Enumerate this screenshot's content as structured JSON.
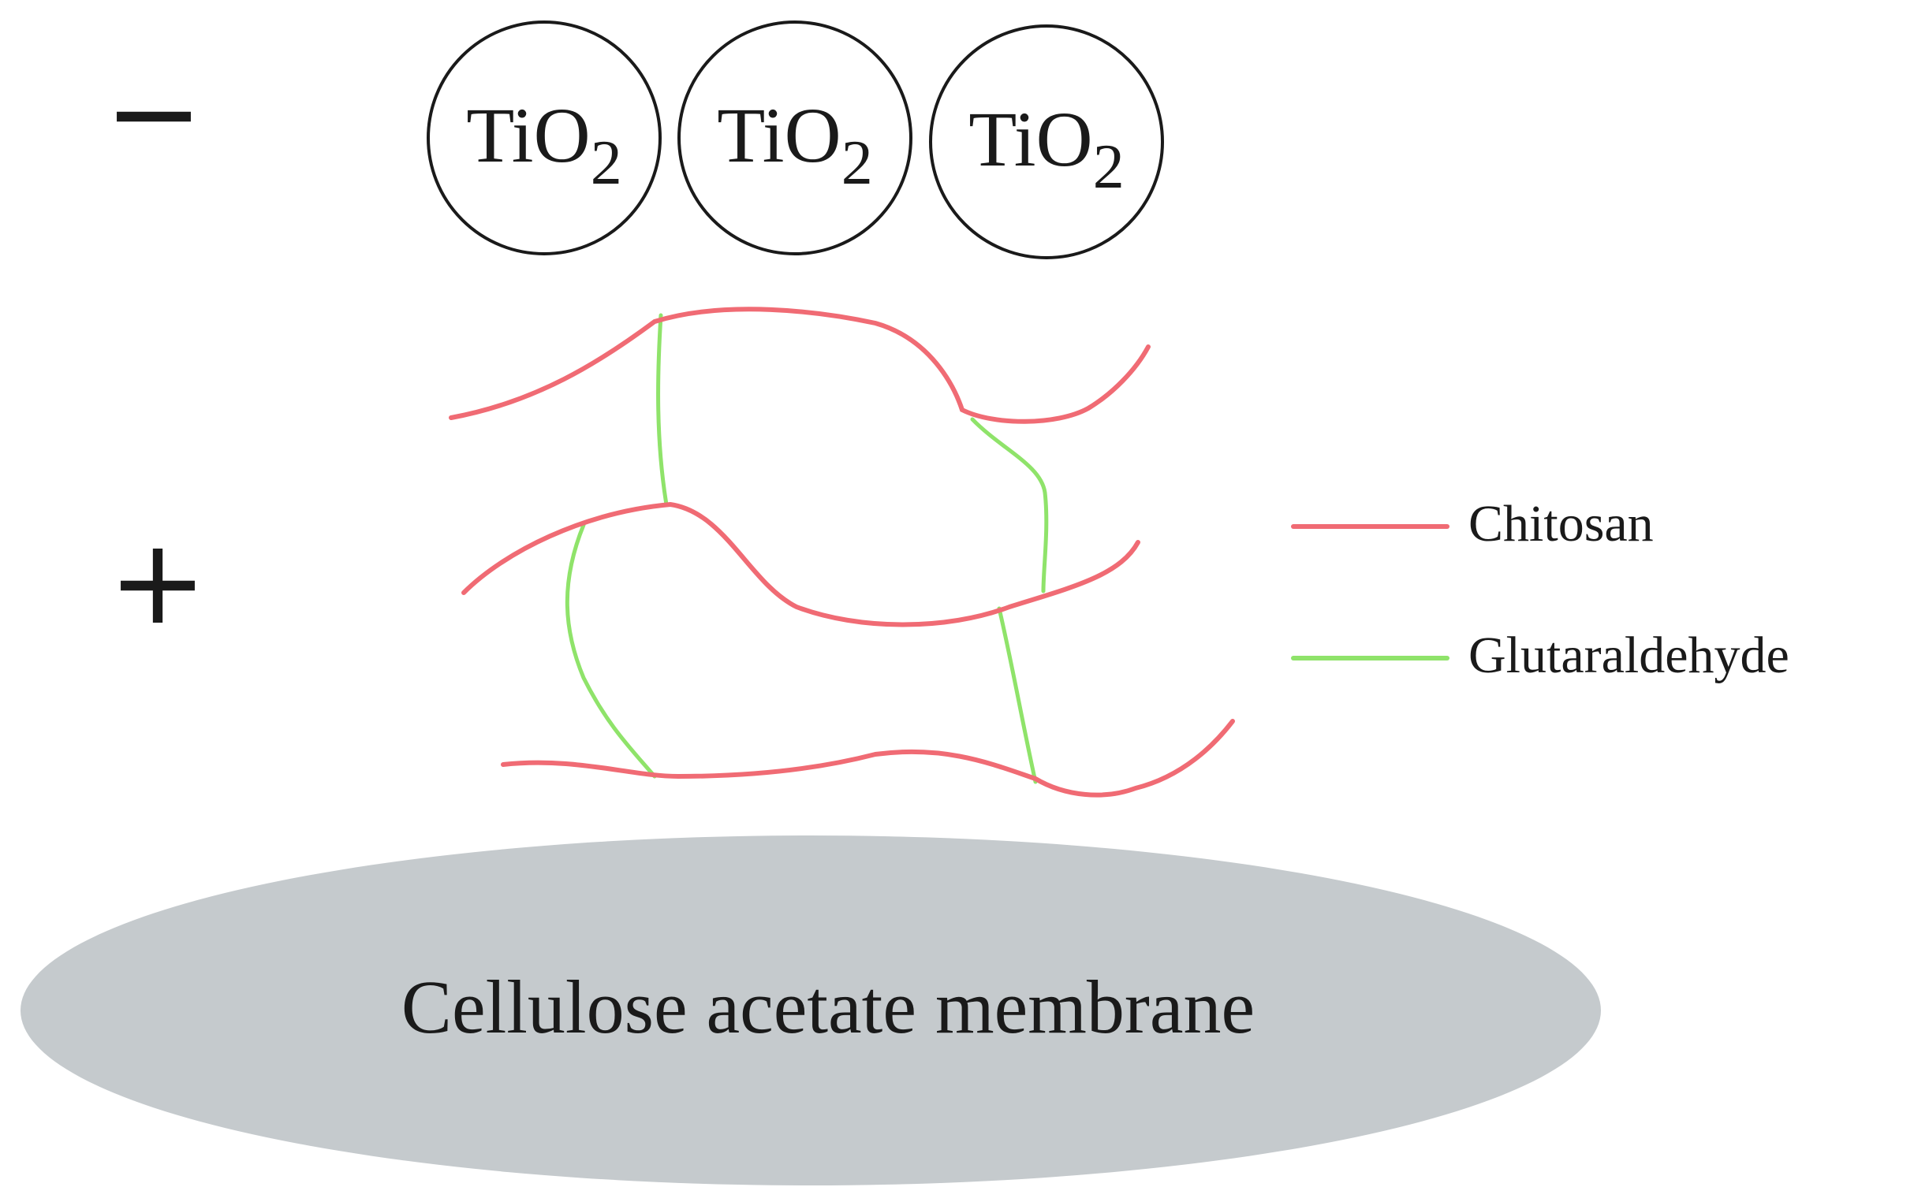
{
  "charges": {
    "negative": "−",
    "positive": "+"
  },
  "particles": [
    {
      "base": "TiO",
      "subscript": "2"
    },
    {
      "base": "TiO",
      "subscript": "2"
    },
    {
      "base": "TiO",
      "subscript": "2"
    }
  ],
  "legend": {
    "chitosan": "Chitosan",
    "glutaraldehyde": "Glutaraldehyde"
  },
  "membrane": {
    "label": "Cellulose acetate membrane"
  },
  "colors": {
    "chitosan": "#f06b74",
    "glutaraldehyde": "#8fe36a",
    "membrane": "#c5cacd",
    "outline": "#1a1a1a"
  }
}
